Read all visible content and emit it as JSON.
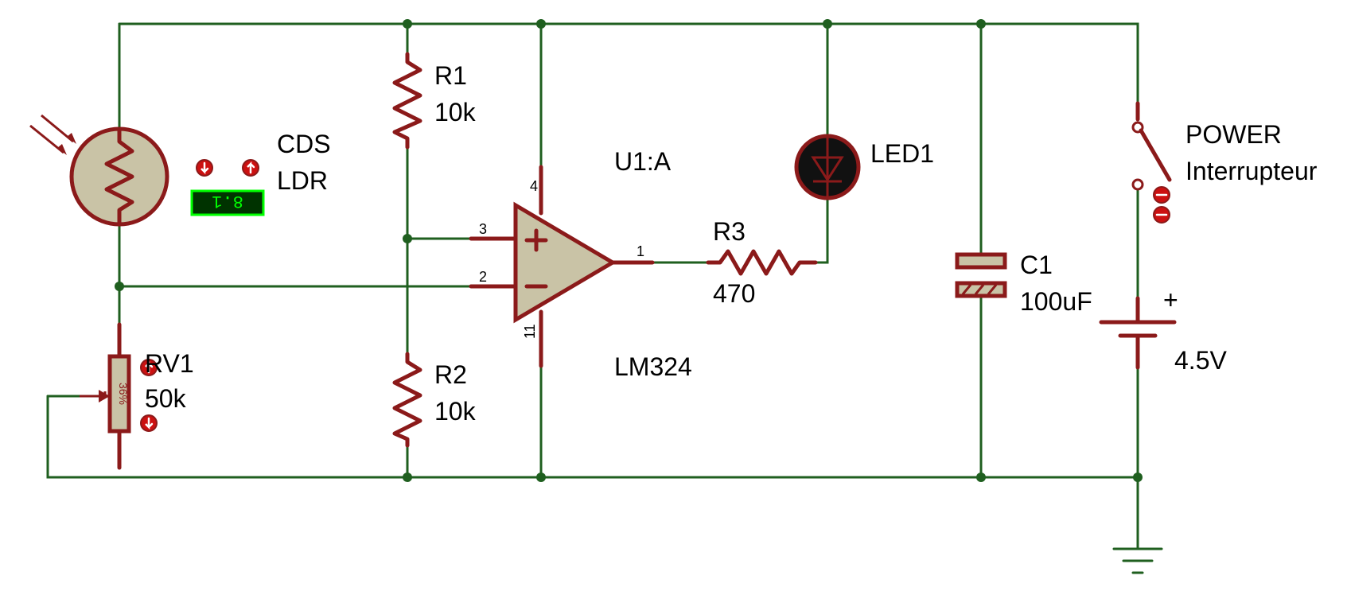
{
  "components": {
    "ldr": {
      "name": "CDS",
      "type": "LDR",
      "meter_reading": "8.1"
    },
    "r1": {
      "name": "R1",
      "value": "10k"
    },
    "r2": {
      "name": "R2",
      "value": "10k"
    },
    "r3": {
      "name": "R3",
      "value": "470"
    },
    "rv1": {
      "name": "RV1",
      "value": "50k",
      "wiper": "36%"
    },
    "opamp": {
      "name": "U1:A",
      "part": "LM324",
      "pin_vcc": "4",
      "pin_in_plus": "3",
      "pin_in_minus": "2",
      "pin_out": "1",
      "pin_gnd": "11"
    },
    "led": {
      "name": "LED1"
    },
    "c1": {
      "name": "C1",
      "value": "100uF"
    },
    "switch": {
      "name": "POWER",
      "type": "Interrupteur"
    },
    "battery": {
      "value": "4.5V",
      "polarity": "+"
    }
  },
  "colors": {
    "wire": "#1f5f1f",
    "component": "#8b1a1a",
    "body": "#c9c3a6",
    "meter": "#00ff00",
    "probe": "#cc1111"
  }
}
